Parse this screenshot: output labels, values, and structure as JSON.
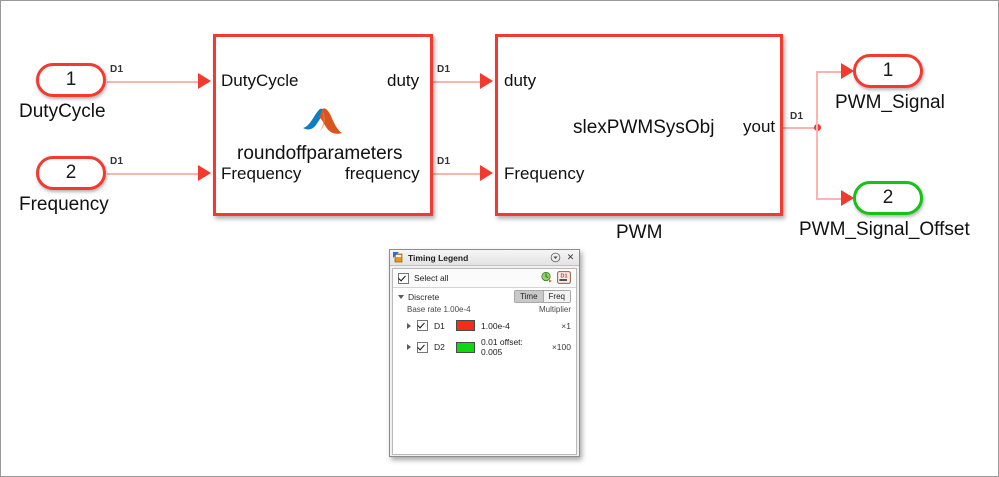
{
  "diagram": {
    "inports": [
      {
        "num": "1",
        "caption": "DutyCycle",
        "signal": "D1"
      },
      {
        "num": "2",
        "caption": "Frequency",
        "signal": "D1"
      }
    ],
    "outports": [
      {
        "num": "1",
        "caption": "PWM_Signal",
        "color": "#f4392f"
      },
      {
        "num": "2",
        "caption": "PWM_Signal_Offset",
        "color": "#13c413"
      }
    ],
    "blocks": [
      {
        "name": "roundoffparameters",
        "inputs": [
          "DutyCycle",
          "Frequency"
        ],
        "outputs": [
          "duty",
          "frequency"
        ],
        "icon": "matlab-membrane-icon"
      },
      {
        "name": "slexPWMSysObj",
        "caption": "PWM",
        "inputs": [
          "duty",
          "Frequency"
        ],
        "outputs": [
          "yout"
        ]
      }
    ],
    "signal_tags": [
      "D1",
      "D1",
      "D1",
      "D1",
      "D1"
    ],
    "accent_color": "#f4392f",
    "wire_color": "#fbb4ae"
  },
  "legend": {
    "title": "Timing Legend",
    "select_all": "Select all",
    "section": "Discrete",
    "base_rate": "Base rate 1.00e-4",
    "multiplier_header": "Multiplier",
    "units": {
      "time": "Time",
      "freq": "Freq",
      "selected": "Time"
    },
    "rows": [
      {
        "name": "D1",
        "color": "#f72b1c",
        "value": "1.00e-4",
        "multiplier": "×1"
      },
      {
        "name": "D2",
        "color": "#0ed90e",
        "value": "0.01 offset: 0.005",
        "multiplier": "×100"
      }
    ],
    "icons": {
      "title": "timing-legend-icon",
      "dropdown": "▼",
      "close": "✕",
      "highlight": "highlight-icon",
      "tag": "signal-tag-icon"
    }
  }
}
